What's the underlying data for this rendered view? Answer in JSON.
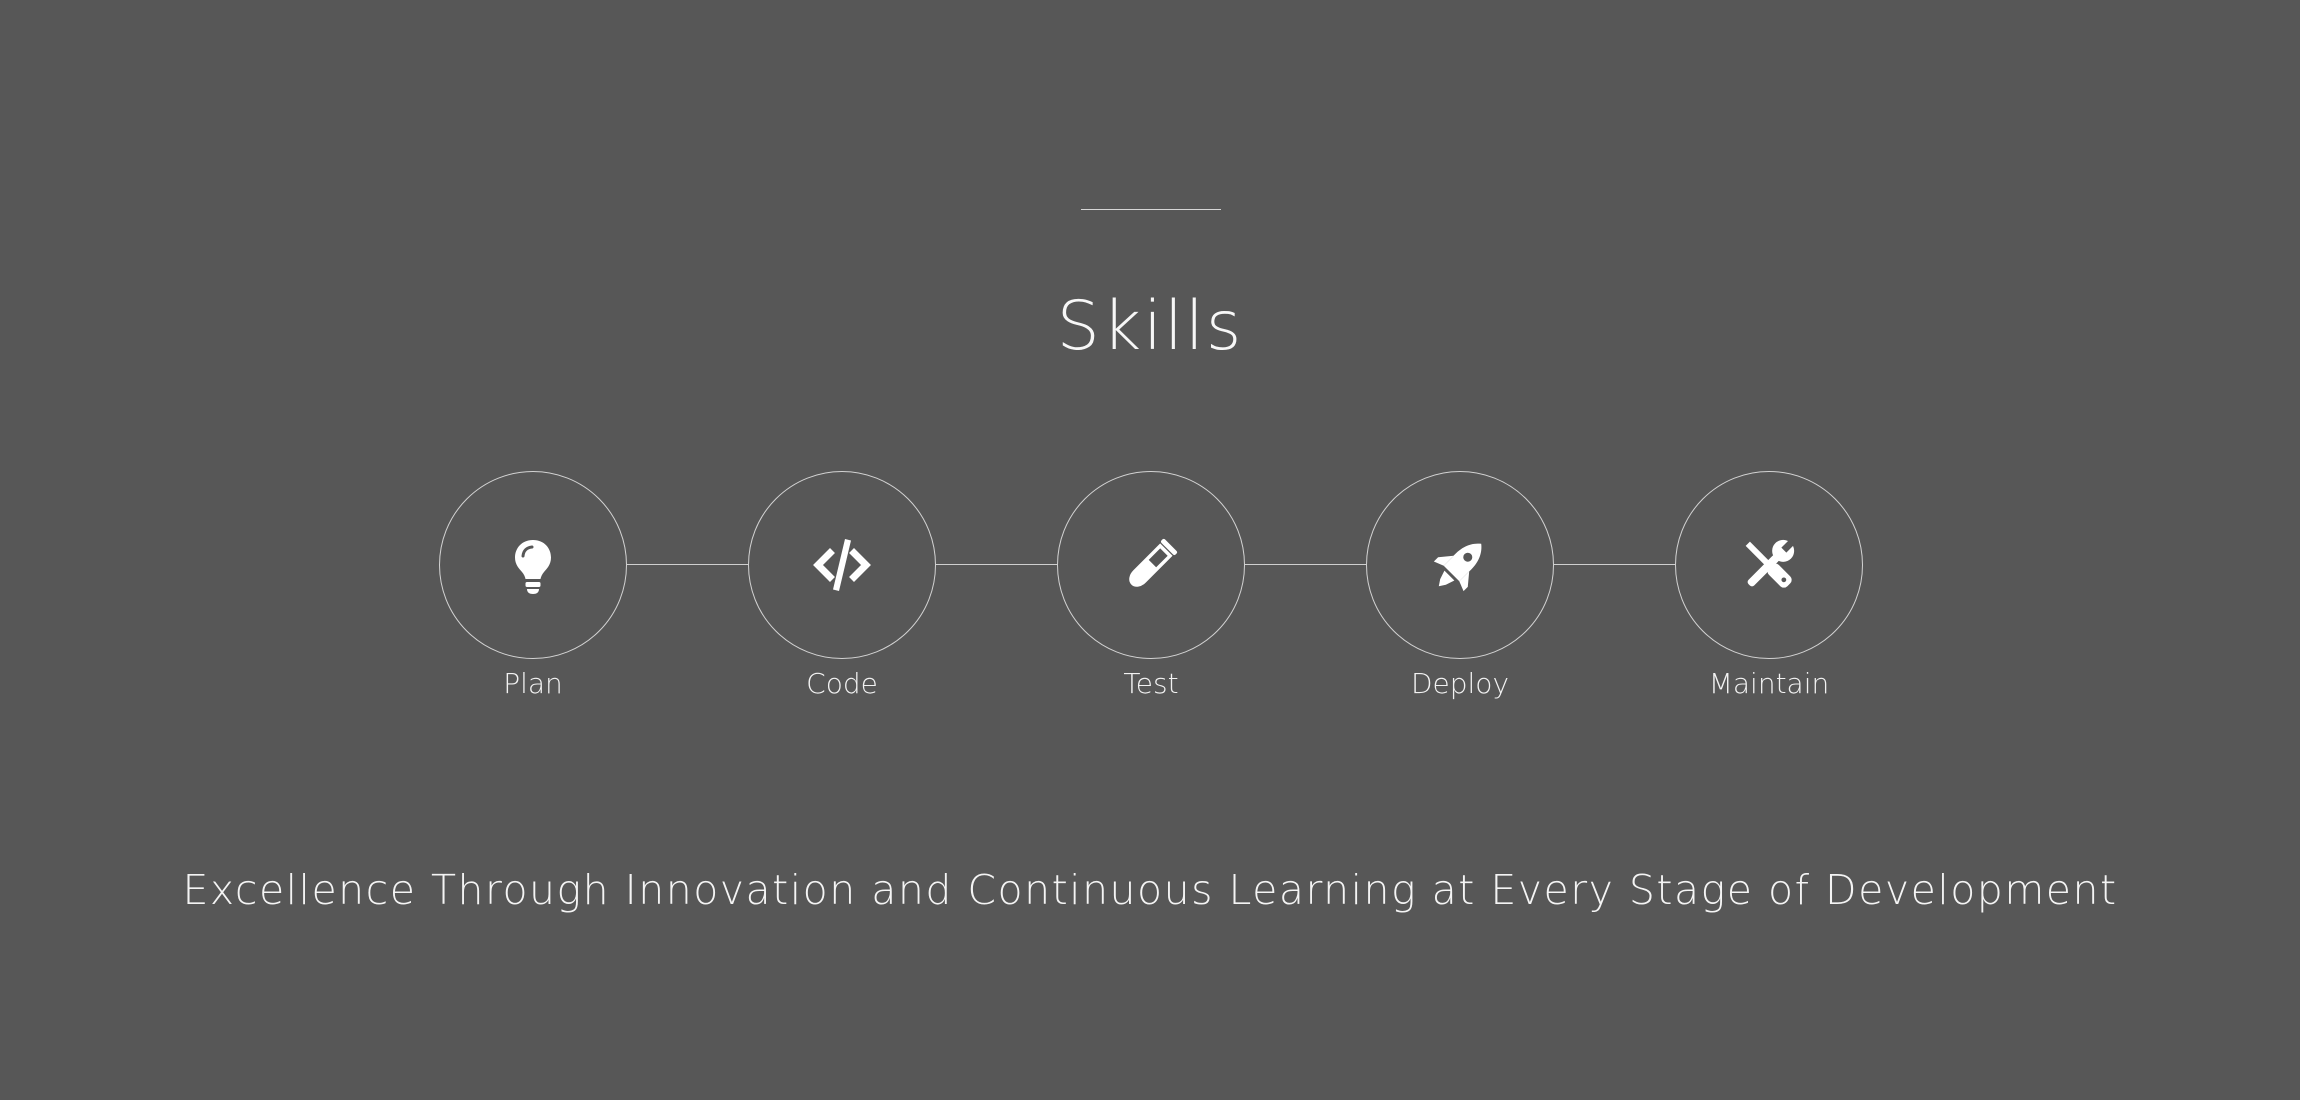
{
  "section": {
    "title": "Skills",
    "tagline": "Excellence Through Innovation and Continuous Learning at Every Stage of Development"
  },
  "steps": [
    {
      "label": "Plan",
      "icon": "lightbulb-icon"
    },
    {
      "label": "Code",
      "icon": "code-icon"
    },
    {
      "label": "Test",
      "icon": "test-tube-icon"
    },
    {
      "label": "Deploy",
      "icon": "rocket-icon"
    },
    {
      "label": "Maintain",
      "icon": "tools-icon"
    }
  ],
  "colors": {
    "background": "#575757",
    "foreground": "#f4f4f4",
    "line": "#d3d3d3"
  }
}
